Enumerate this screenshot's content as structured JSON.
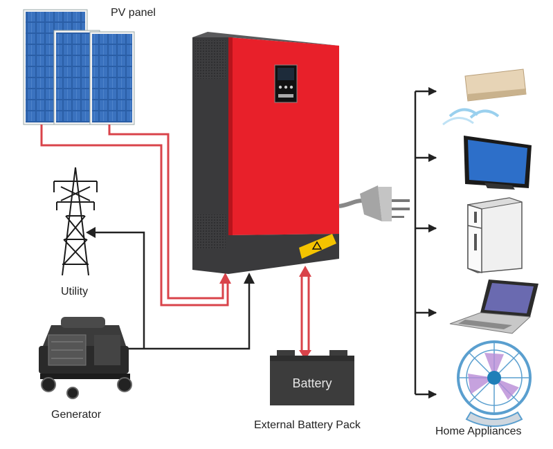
{
  "labels": {
    "pv_panel": "PV panel",
    "utility": "Utility",
    "generator": "Generator",
    "external_battery_pack": "External Battery Pack",
    "home_appliances": "Home Appliances"
  },
  "battery_text": "Battery",
  "colors": {
    "inverter_red": "#e8202a",
    "inverter_dark": "#3a3a3c",
    "pv_line": "#d9434a",
    "source_line": "#222222",
    "battery_body": "#3c3c3c",
    "panel_blue": "#2b5fa8",
    "warning_yellow": "#f4c300"
  },
  "icons": [
    "solar-panel-icon",
    "power-tower-icon",
    "generator-icon",
    "inverter-icon",
    "plug-icon",
    "battery-icon",
    "air-conditioner-icon",
    "television-icon",
    "refrigerator-icon",
    "laptop-icon",
    "fan-icon"
  ]
}
